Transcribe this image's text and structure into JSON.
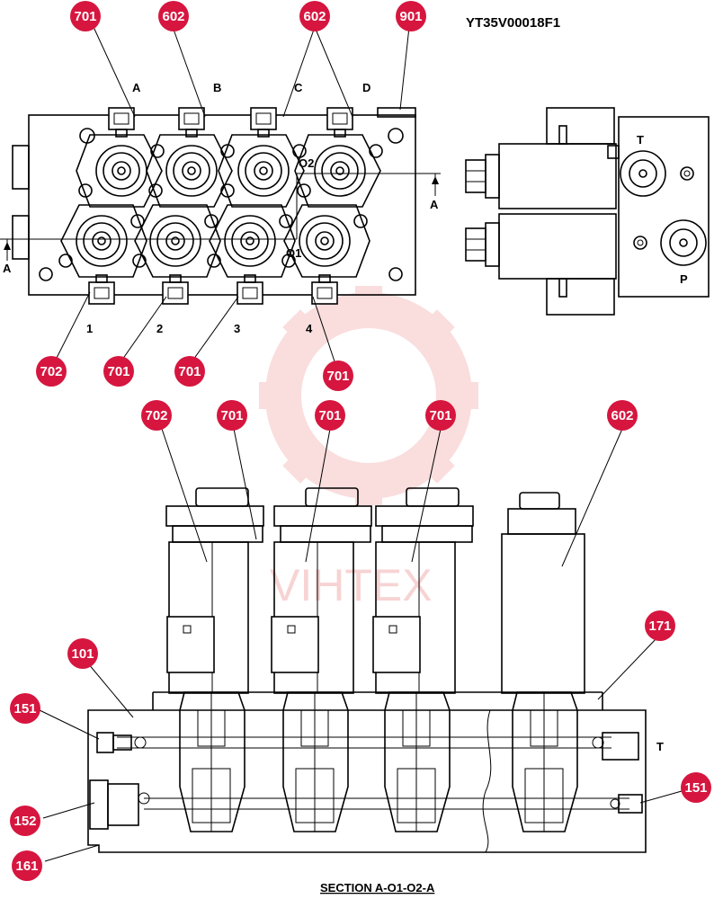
{
  "drawing_code": "YT35V00018F1",
  "section_caption": "SECTION  A-O1-O2-A",
  "watermark_text": "VIHTEX",
  "colors": {
    "callout": "#d6163f",
    "watermark": "#f2b0b0",
    "line": "#000000"
  },
  "top_view": {
    "upper_labels": [
      "A",
      "B",
      "C",
      "D"
    ],
    "lower_labels": [
      "1",
      "2",
      "3",
      "4"
    ],
    "section_marker": "A",
    "ports": {
      "o1": "O1",
      "o2": "O2"
    },
    "side_view": {
      "t_port": "T",
      "p_port": "P"
    }
  },
  "section_view": {
    "t_port": "T"
  },
  "callouts": [
    {
      "id": "701"
    },
    {
      "id": "602"
    },
    {
      "id": "602"
    },
    {
      "id": "901"
    },
    {
      "id": "702"
    },
    {
      "id": "701"
    },
    {
      "id": "701"
    },
    {
      "id": "701"
    },
    {
      "id": "702"
    },
    {
      "id": "701"
    },
    {
      "id": "701"
    },
    {
      "id": "701"
    },
    {
      "id": "602"
    },
    {
      "id": "101"
    },
    {
      "id": "171"
    },
    {
      "id": "151"
    },
    {
      "id": "152"
    },
    {
      "id": "161"
    },
    {
      "id": "151"
    }
  ]
}
